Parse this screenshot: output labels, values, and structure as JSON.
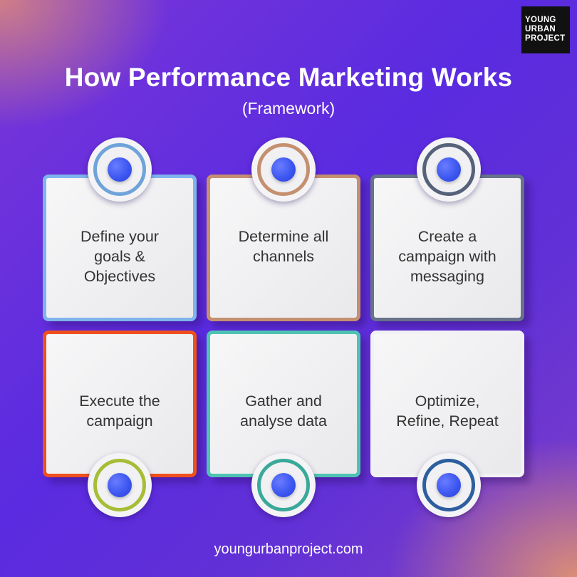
{
  "logo": {
    "line1": "YOUNG",
    "line2": "URBAN",
    "line3": "PROJECT"
  },
  "header": {
    "title": "How Performance Marketing Works",
    "subtitle": "(Framework)"
  },
  "steps": [
    {
      "text": "Define your\ngoals &\nObjectives",
      "border_color": "#7fb4ec",
      "ring_color": "#6fa3da"
    },
    {
      "text": "Determine all\nchannels",
      "border_color": "#c5906f",
      "ring_color": "#c5906f"
    },
    {
      "text": "Create a\ncampaign with\nmessaging",
      "border_color": "#66738a",
      "ring_color": "#55627a"
    },
    {
      "text": "Execute the\ncampaign",
      "border_color": "#f0501e",
      "ring_color": "#a7bd36"
    },
    {
      "text": "Gather and\nanalyse data",
      "border_color": "#4fc3b3",
      "ring_color": "#3aa99a"
    },
    {
      "text": "Optimize,\nRefine, Repeat",
      "border_color": "#f2f2f4",
      "ring_color": "#2d5fa0"
    }
  ],
  "footer": {
    "website": "youngurbanproject.com"
  },
  "colors": {
    "background": "#5a2be0",
    "accent_core": "#3d57f0"
  }
}
